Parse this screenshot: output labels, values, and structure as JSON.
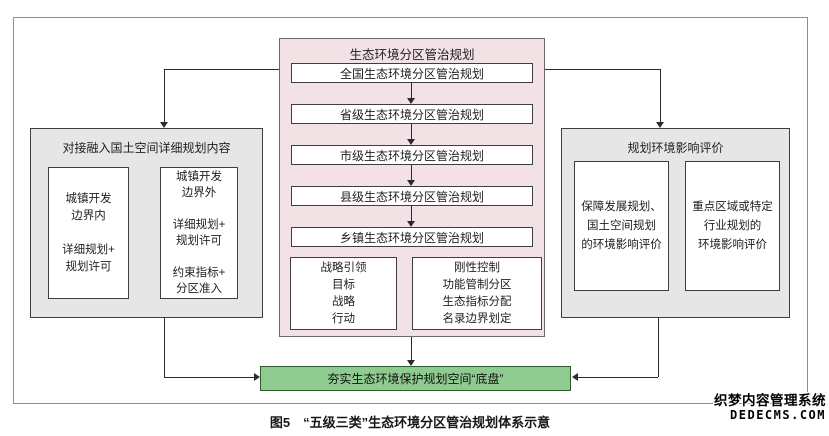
{
  "figure_caption": "图5　“五级三类”生态环境分区管治规划体系示意",
  "center_panel": {
    "title": "生态环境分区管治规划",
    "levels": [
      "全国生态环境分区管治规划",
      "省级生态环境分区管治规划",
      "市级生态环境分区管治规划",
      "县级生态环境分区管治规划",
      "乡镇生态环境分区管治规划"
    ],
    "strategy_box": "战略引领\n目标\n战略\n行动",
    "control_box": "刚性控制\n功能管制分区\n生态指标分配\n名录边界划定"
  },
  "left_panel": {
    "title": "对接融入国土空间详细规划内容",
    "inside_boundary_box": "城镇开发\n边界内\n\n详细规划+\n规划许可",
    "outside_boundary_box": "城镇开发\n边界外\n\n详细规划+\n规划许可\n\n约束指标+\n分区准入"
  },
  "right_panel": {
    "title": "规划环境影响评价",
    "development_plan_box": "保障发展规划、\n国土空间规划\n的环境影响评价",
    "key_region_box": "重点区域或特定\n行业规划的\n环境影响评价"
  },
  "bottom_bar_label": "夯实生态环境保护规划空间“底盘”",
  "watermark": {
    "line1": "织梦内容管理系统",
    "line2": "DEDECMS.COM"
  },
  "colors": {
    "pink_fill": "#f2e2e6",
    "gray_fill": "#e6e6e6",
    "green_fill": "#8ecb8f",
    "green_border": "#2d5c2d",
    "box_border": "#3e3e3e",
    "frame_border": "#8e8e8e",
    "connector": "#2b2b2b"
  }
}
